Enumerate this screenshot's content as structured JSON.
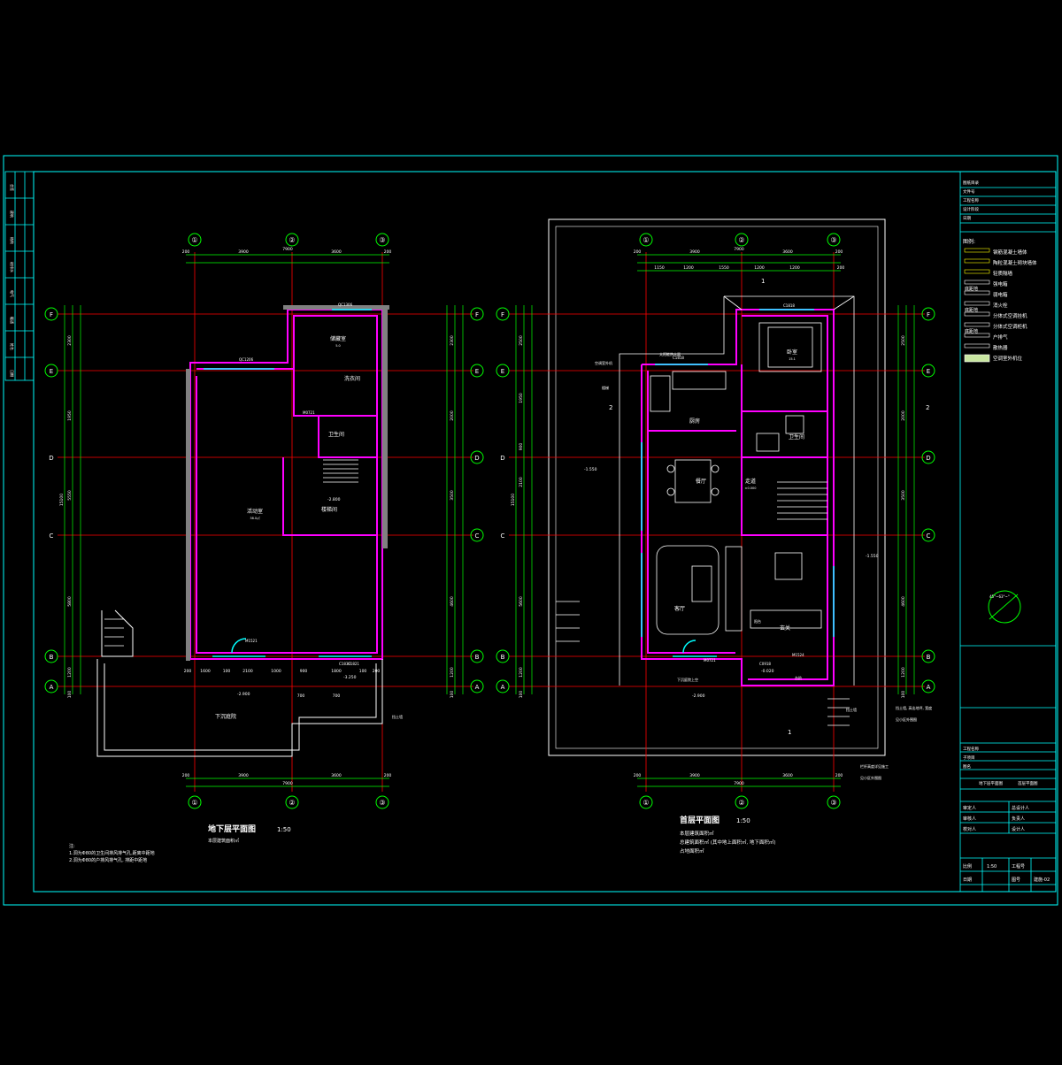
{
  "colors": {
    "background": "#000000",
    "frame": "#00ffff",
    "wall": "#ff00ff",
    "axis": "#ff0000",
    "dimension": "#00ff00",
    "text": "#ffffff",
    "furniture": "#ffffff",
    "fill_wall": "#808080",
    "yellow": "#ffff00"
  },
  "left_plan": {
    "title": "地下层平面图",
    "scale": "1:50",
    "area_note": "本层建筑面积㎡",
    "notes": [
      "注:",
      "1.洞为Φ80的卫生间排风排气孔,距离中距地",
      "2.洞为Φ80的户排风排气孔, 排距中距地"
    ],
    "axes_top": [
      "①",
      "②",
      "③"
    ],
    "axes_side": [
      "F",
      "E",
      "D",
      "C",
      "B",
      "A"
    ],
    "dims_top": [
      "200",
      "3900",
      "3600",
      "200",
      "7900"
    ],
    "dims_bottom": [
      "200",
      "3900",
      "3600",
      "200",
      "7900"
    ],
    "dims_left": [
      "2300",
      "1950",
      "5550",
      "5800",
      "15100",
      "1200",
      "100"
    ],
    "dims_right": [
      "2300",
      "2000",
      "3500",
      "4600",
      "1200",
      "100"
    ],
    "rooms": [
      {
        "name": "活动室",
        "sub": "38.0㎡"
      },
      {
        "name": "储藏室",
        "sub": "5.0"
      },
      {
        "name": "洗衣间",
        "sub": ""
      },
      {
        "name": "卫生间",
        "sub": ""
      },
      {
        "name": "楼梯间",
        "sub": ""
      },
      {
        "name": "下沉庭院",
        "sub": ""
      }
    ],
    "elevations": [
      "-2.800",
      "-3.250",
      "-2.900"
    ],
    "labels": [
      "QC1306",
      "QC1206",
      "C1830",
      "C1821",
      "M0721",
      "挡土墙",
      "M1521"
    ],
    "bottom_dims": [
      "200",
      "1600",
      "100",
      "2100",
      "1000",
      "900",
      "1800",
      "100",
      "200",
      "700",
      "700"
    ]
  },
  "right_plan": {
    "title": "首层平面图",
    "scale": "1:50",
    "notes": [
      "本层建筑面积㎡",
      "总建筑面积㎡ (其中地上面积㎡, 地下面积㎡)",
      "占地面积㎡"
    ],
    "axes_top": [
      "①",
      "②",
      "③"
    ],
    "axes_side": [
      "F",
      "E",
      "D",
      "C",
      "B",
      "A"
    ],
    "dims_top": [
      "200",
      "3900",
      "3600",
      "200",
      "7900",
      "1150",
      "1200",
      "1550",
      "1200",
      "1200",
      "200"
    ],
    "dims_bottom": [
      "200",
      "3900",
      "3600",
      "200",
      "7900"
    ],
    "dims_left": [
      "2500",
      "1950",
      "900",
      "2100",
      "5600",
      "15100",
      "1200",
      "100"
    ],
    "dims_right": [
      "2500",
      "2000",
      "3500",
      "4600",
      "1200",
      "100"
    ],
    "rooms": [
      {
        "name": "卧室",
        "sub": "15.1"
      },
      {
        "name": "厨房",
        "sub": ""
      },
      {
        "name": "餐厅",
        "sub": ""
      },
      {
        "name": "客厅",
        "sub": ""
      },
      {
        "name": "走道",
        "sub": "±0.000"
      },
      {
        "name": "玄关",
        "sub": ""
      },
      {
        "name": "卫生间",
        "sub": ""
      },
      {
        "name": "阳台",
        "sub": ""
      }
    ],
    "elevations": [
      "-1.550",
      "-1.550",
      "-0.020",
      "-2.900"
    ],
    "labels": [
      "C1818",
      "C1818",
      "M0721",
      "C0918",
      "M1524",
      "台阶",
      "空调室外机",
      "下沉庭院上空",
      "太阳能热水器",
      "挡土墙",
      "楼梯"
    ],
    "section_marks": [
      "1",
      "1",
      "2",
      "2"
    ],
    "callouts": [
      "挡土墙, 高出地坪, 宽度",
      "见小区外围图",
      "栏杆高度详见施工",
      "见小区外围图"
    ]
  },
  "north_arrow": {
    "label": "45°~63°~°"
  },
  "title_block": {
    "header_rows": [
      "图纸目录",
      "文件号",
      "工程名称",
      "设计阶段",
      "日期"
    ],
    "legend_title": "图例:",
    "legend": [
      "钢筋混凝土墙体",
      "陶粒混凝土砌块墙体",
      "轻质隔墙",
      "强电箱",
      "弱电箱",
      "消火栓",
      "分体式空调挂机",
      "分体式空调柜机",
      "户排气",
      "散热器",
      "空调室外机位"
    ],
    "legend_codes": [
      "底距地",
      "底距地",
      "底距地"
    ],
    "project_rows": [
      "工程名称",
      "子项目",
      "图名"
    ],
    "drawing_name": [
      "地下层平面图",
      "首层平面图"
    ],
    "sign_rows": [
      [
        "审定人",
        "总设计人"
      ],
      [
        "审核人",
        "负责人"
      ],
      [
        "校对人",
        "设计人"
      ]
    ],
    "bottom_rows": [
      [
        "比例",
        "1:50",
        "工程号"
      ],
      [
        "日期",
        "",
        "图号"
      ]
    ],
    "drawing_no": "建施-02"
  },
  "left_margin": [
    "会签",
    "建筑",
    "结构",
    "给排水",
    "电气",
    "暖通",
    "姓名",
    "日期"
  ]
}
